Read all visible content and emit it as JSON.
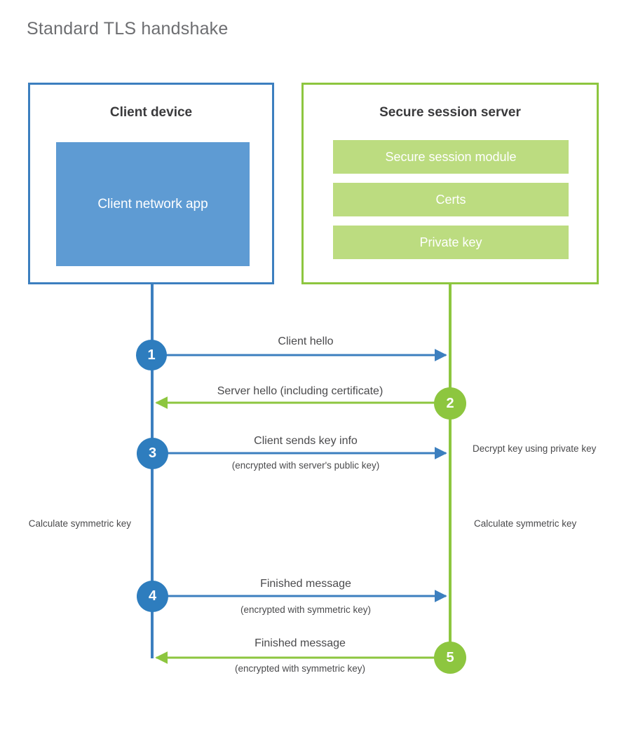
{
  "title": "Standard TLS handshake",
  "colors": {
    "client_blue": "#3c7fbf",
    "client_app_fill": "#5e9bd3",
    "server_green": "#8dc63f",
    "server_bar_fill": "#bcdc80",
    "circle_blue": "#2e7dbe",
    "circle_green": "#8dc63f",
    "text_gray": "#4a4a4c",
    "title_gray": "#6d6e71",
    "background": "#ffffff"
  },
  "client": {
    "title": "Client device",
    "app_label": "Client network app"
  },
  "server": {
    "title": "Secure session server",
    "components": [
      {
        "label": "Secure session module"
      },
      {
        "label": "Certs"
      },
      {
        "label": "Private key"
      }
    ]
  },
  "steps": [
    {
      "number": "1",
      "label": "Client hello",
      "sub": "",
      "direction": "client-to-server",
      "color": "blue"
    },
    {
      "number": "2",
      "label": "Server hello (including certificate)",
      "sub": "",
      "direction": "server-to-client",
      "color": "green"
    },
    {
      "number": "3",
      "label": "Client sends key info",
      "sub": "(encrypted with server's public key)",
      "direction": "client-to-server",
      "color": "blue"
    },
    {
      "number": "4",
      "label": "Finished message",
      "sub": "(encrypted with symmetric key)",
      "direction": "client-to-server",
      "color": "blue"
    },
    {
      "number": "5",
      "label": "Finished message",
      "sub": "(encrypted with symmetric key)",
      "direction": "server-to-client",
      "color": "green"
    }
  ],
  "notes": {
    "decrypt_key": "Decrypt key using private key",
    "client_calculate": "Calculate symmetric key",
    "server_calculate": "Calculate symmetric key"
  }
}
